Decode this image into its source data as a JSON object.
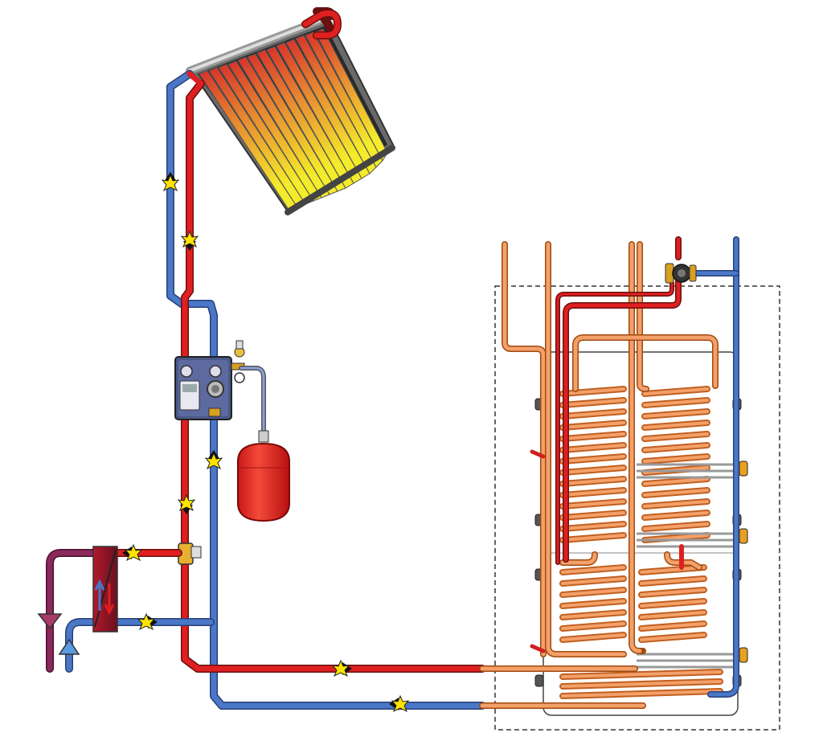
{
  "diagram": {
    "type": "solar thermal hot water system schematic",
    "labels": []
  },
  "colors": {
    "hot_pipe": "#e02020",
    "cold_pipe": "#4a78c8",
    "coil_pipe": "#f08a4a",
    "cylinder_outline": "#555555",
    "expansion_vessel": "#e52a2a",
    "station_body": "#3c4a78",
    "collector_tube_hot": "#e0452a",
    "collector_tube_cold": "#f0e030",
    "flow_arrow": "#ffe000",
    "dhw_outlet": "#8a2a5a"
  },
  "components": [
    {
      "name": "solar-collector",
      "icon": "evacuated-tube-collector"
    },
    {
      "name": "pump-station",
      "icon": "solar-pump-station"
    },
    {
      "name": "expansion-vessel",
      "icon": "expansion-vessel"
    },
    {
      "name": "mixing-valve",
      "icon": "thermostatic-mixing-valve"
    },
    {
      "name": "plate-heat-exchanger",
      "icon": "heat-exchanger"
    },
    {
      "name": "storage-cylinder",
      "icon": "multi-coil-cylinder"
    },
    {
      "name": "circulation-pump",
      "icon": "circulation-pump"
    }
  ]
}
